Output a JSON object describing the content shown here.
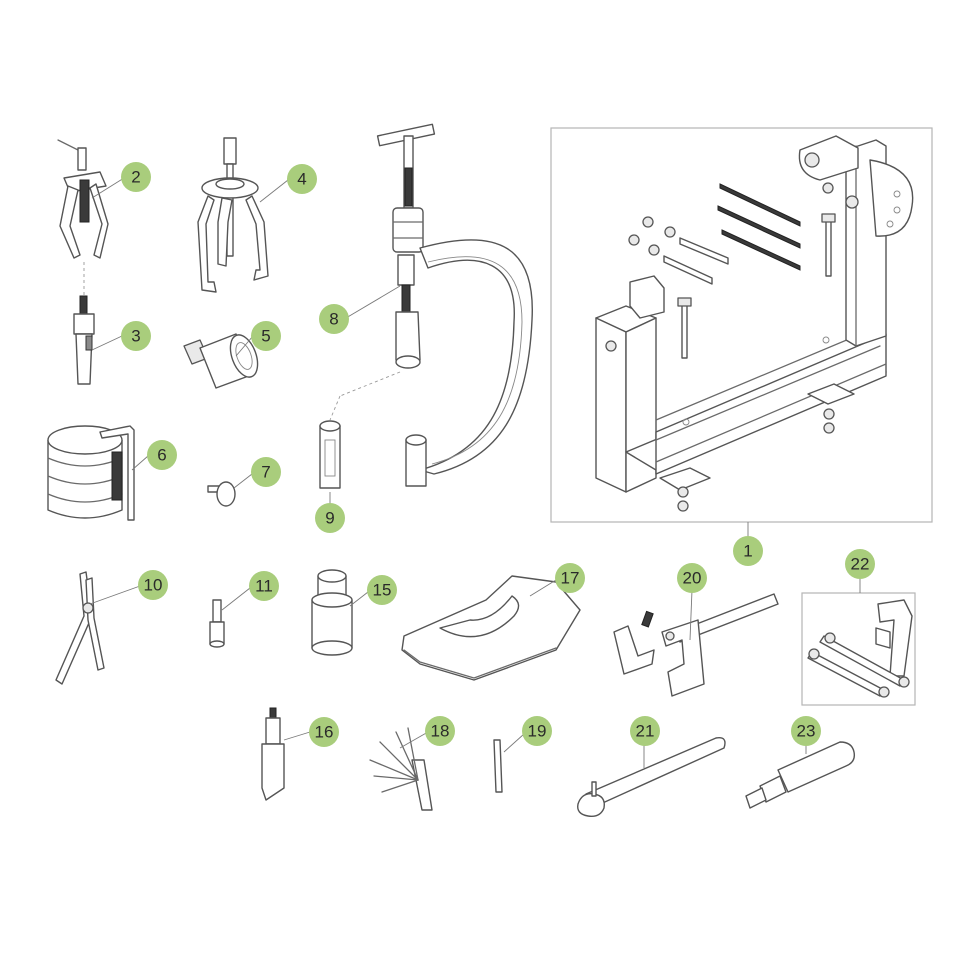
{
  "diagram": {
    "badge_color": "#a9cd7c",
    "callouts": [
      {
        "id": "c2",
        "label": "2"
      },
      {
        "id": "c3",
        "label": "3"
      },
      {
        "id": "c4",
        "label": "4"
      },
      {
        "id": "c5",
        "label": "5"
      },
      {
        "id": "c6",
        "label": "6"
      },
      {
        "id": "c7",
        "label": "7"
      },
      {
        "id": "c8",
        "label": "8"
      },
      {
        "id": "c9",
        "label": "9"
      },
      {
        "id": "c1",
        "label": "1"
      },
      {
        "id": "c10",
        "label": "10"
      },
      {
        "id": "c11",
        "label": "11"
      },
      {
        "id": "c15",
        "label": "15"
      },
      {
        "id": "c17",
        "label": "17"
      },
      {
        "id": "c20",
        "label": "20"
      },
      {
        "id": "c22",
        "label": "22"
      },
      {
        "id": "c16",
        "label": "16"
      },
      {
        "id": "c18",
        "label": "18"
      },
      {
        "id": "c19",
        "label": "19"
      },
      {
        "id": "c21",
        "label": "21"
      },
      {
        "id": "c23",
        "label": "23"
      }
    ]
  }
}
